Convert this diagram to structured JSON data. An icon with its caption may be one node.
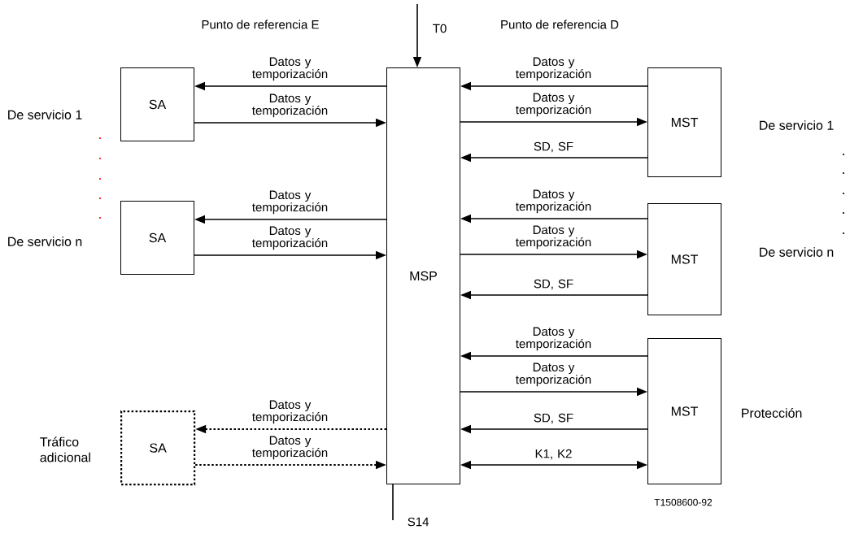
{
  "diagram": {
    "nodes": [
      {
        "text": [
          "SA"
        ],
        "beside": [
          "De servicio 1"
        ]
      },
      {
        "text": [
          "SA"
        ],
        "beside": [
          "De servicio n"
        ]
      },
      {
        "text": [
          "SA"
        ],
        "beside": [
          "Tráfico adicional"
        ]
      },
      {
        "text": [
          "MSP"
        ]
      },
      {
        "text": [
          "MST"
        ],
        "beside": [
          "De servicio 1"
        ]
      },
      {
        "text": [
          "MST"
        ],
        "beside": [
          "De servicio n"
        ]
      },
      {
        "text": [
          "MST"
        ],
        "beside": [
          "Protección"
        ]
      }
    ],
    "edges": [
      {
        "from": 3,
        "to": 0,
        "arrow": "to",
        "label": "Datos y temporización"
      },
      {
        "from": 0,
        "to": 3,
        "arrow": "to",
        "label": "Datos y temporización"
      },
      {
        "from": 3,
        "to": 1,
        "arrow": "to",
        "label": "Datos y temporización"
      },
      {
        "from": 1,
        "to": 3,
        "arrow": "to",
        "label": "Datos y temporización"
      },
      {
        "from": 3,
        "to": 2,
        "arrow": "to",
        "label": "Datos y temporización",
        "style": "dashed"
      },
      {
        "from": 2,
        "to": 3,
        "arrow": "to",
        "label": "Datos y temporización",
        "style": "dashed"
      },
      {
        "from": 4,
        "to": 3,
        "arrow": "to",
        "label": "Datos y temporización"
      },
      {
        "from": 3,
        "to": 4,
        "arrow": "to",
        "label": "Datos y temporización"
      },
      {
        "from": 4,
        "to": 3,
        "arrow": "to",
        "label": "SD, SF"
      },
      {
        "from": 5,
        "to": 3,
        "arrow": "to",
        "label": "Datos y temporización"
      },
      {
        "from": 3,
        "to": 5,
        "arrow": "to",
        "label": "Datos y temporización"
      },
      {
        "from": 5,
        "to": 3,
        "arrow": "to",
        "label": "SD, SF"
      },
      {
        "from": 6,
        "to": 3,
        "arrow": "to",
        "label": "Datos y temporización"
      },
      {
        "from": 3,
        "to": 6,
        "arrow": "to",
        "label": "Datos y temporización"
      },
      {
        "from": 6,
        "to": 3,
        "arrow": "to",
        "label": "SD, SF"
      },
      {
        "from": 3,
        "to": 6,
        "arrow": "both",
        "label": "K1, K2"
      },
      {
        "from": null,
        "to": 3,
        "arrow": "to",
        "label": "T0"
      },
      {
        "from": 3,
        "to": null,
        "arrow": "none",
        "label": "S14"
      }
    ],
    "labels": [
      "Punto de referencia E",
      "Punto de referencia D",
      "T1508600-92"
    ]
  }
}
